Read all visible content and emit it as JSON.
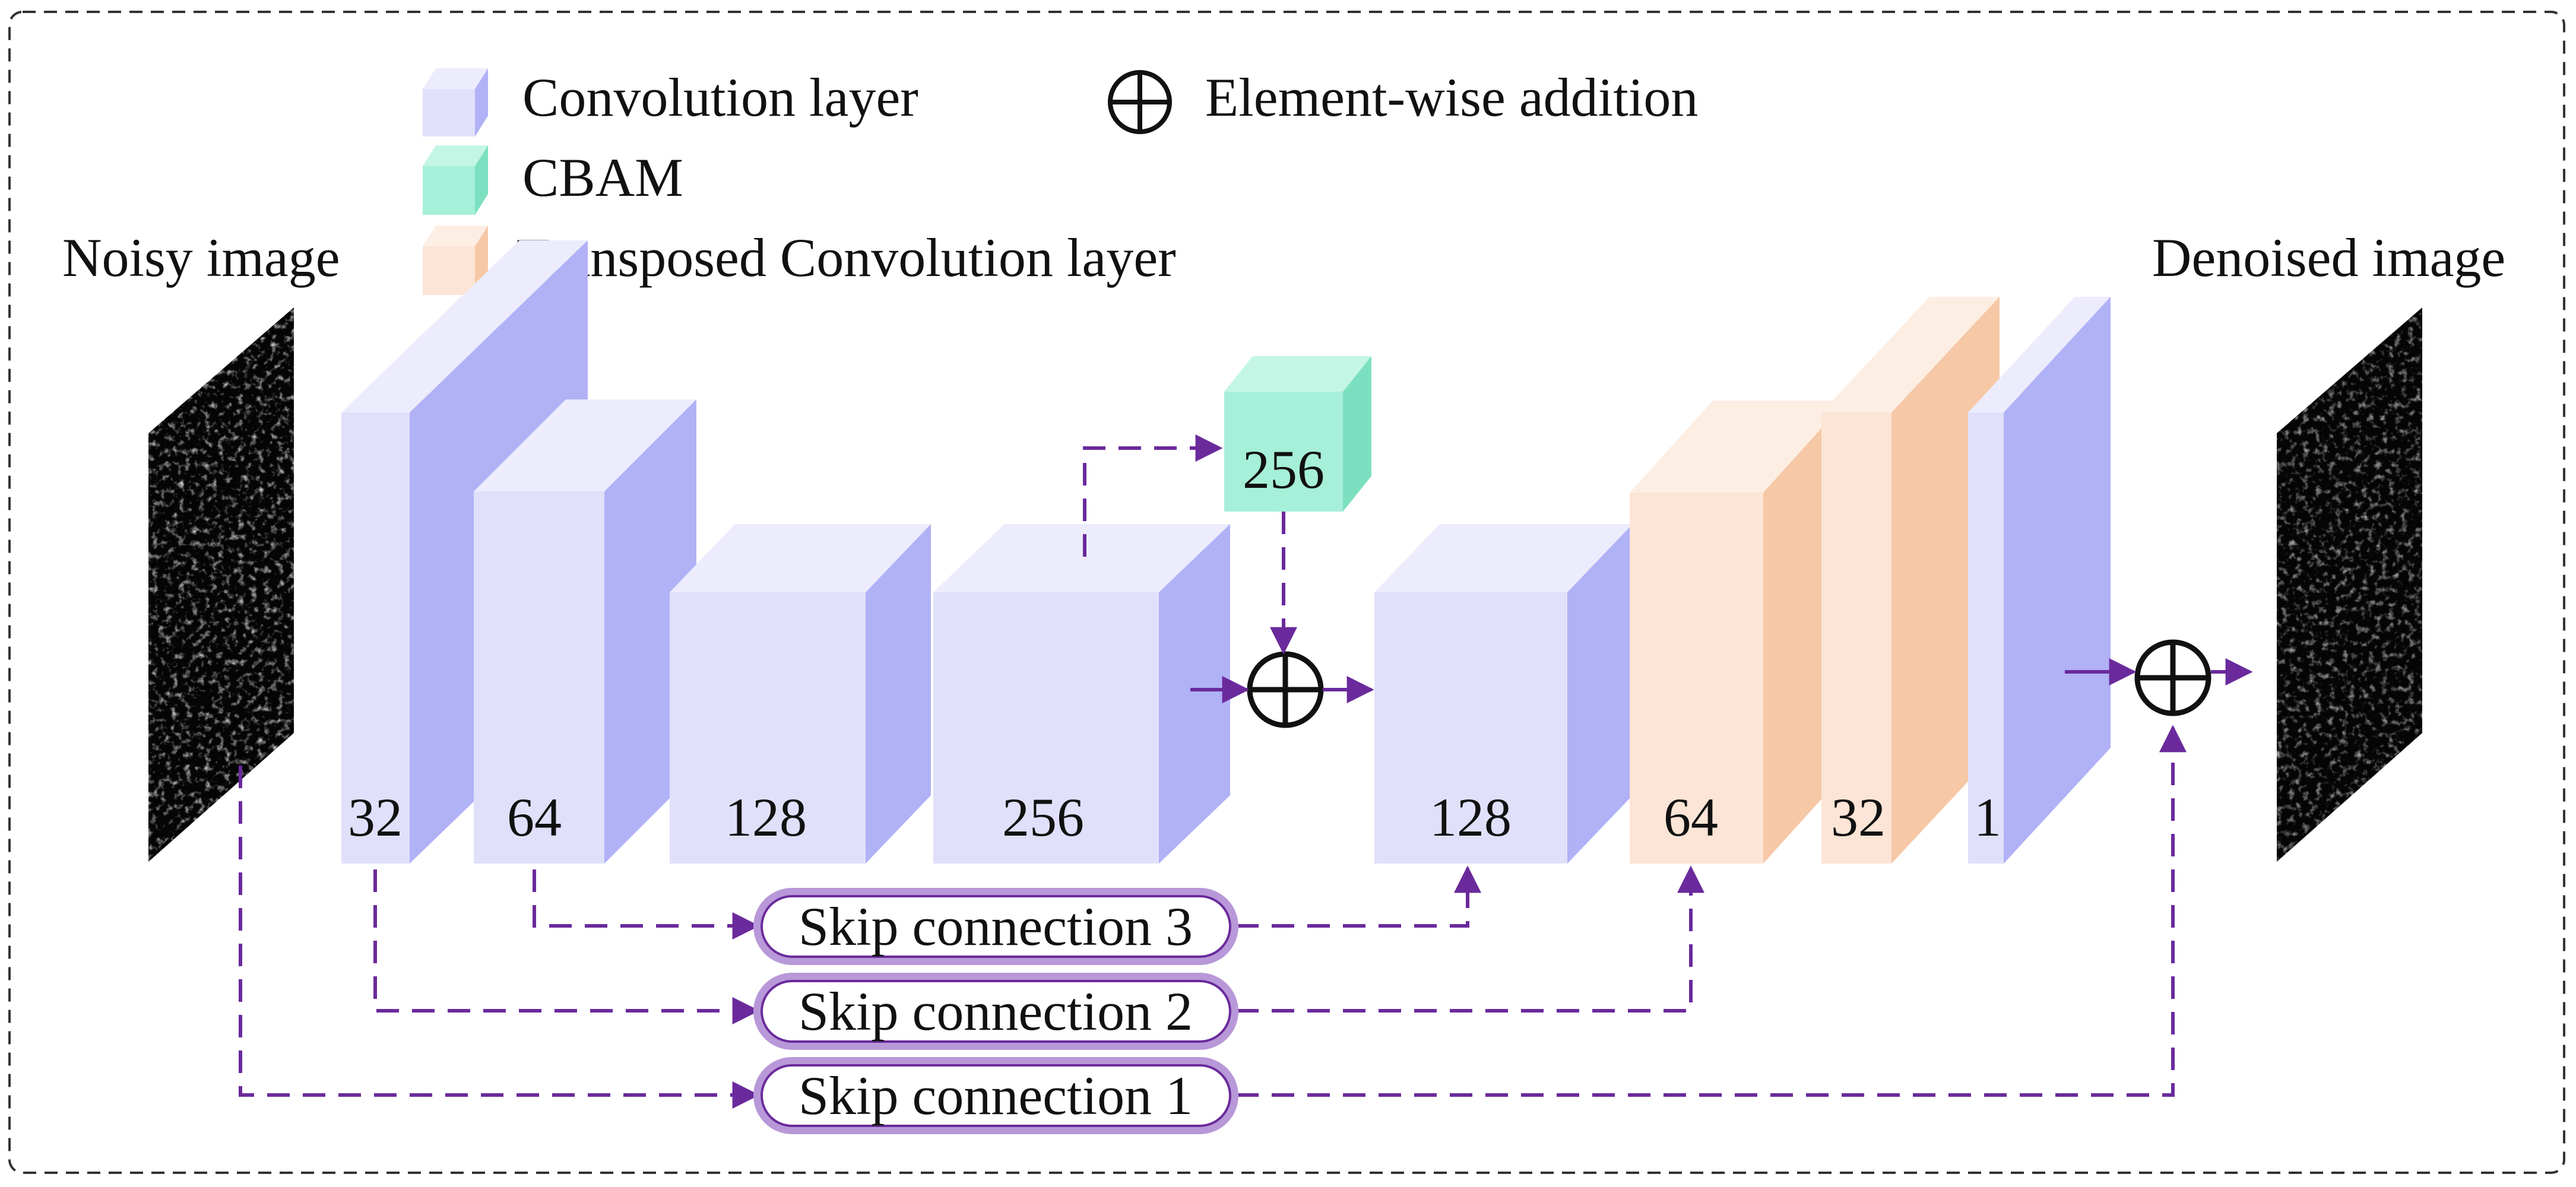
{
  "legend": {
    "conv_label": "Convolution layer",
    "cbam_label": "CBAM",
    "tconv_label": "Transposed Convolution layer",
    "add_label": "Element-wise addition"
  },
  "input_label": "Noisy image",
  "output_label": "Denoised image",
  "encoder": [
    "32",
    "64",
    "128",
    "256"
  ],
  "cbam_value": "256",
  "decoder": [
    "128",
    "64",
    "32",
    "1"
  ],
  "skips": [
    "Skip connection 3",
    "Skip connection 2",
    "Skip connection 1"
  ],
  "colors": {
    "conv_front": "#e0e0fb",
    "conv_top": "#ececfd",
    "conv_side": "#b1b1f6",
    "tconv_front": "#fce5d6",
    "tconv_top": "#fdeee4",
    "tconv_side": "#f6c8a6",
    "cbam_front": "#a6efd8",
    "cbam_top": "#c4f6e6",
    "cbam_side": "#7ce0c0",
    "arrow": "#6a2a9c",
    "skip_border": "#b898d8"
  }
}
